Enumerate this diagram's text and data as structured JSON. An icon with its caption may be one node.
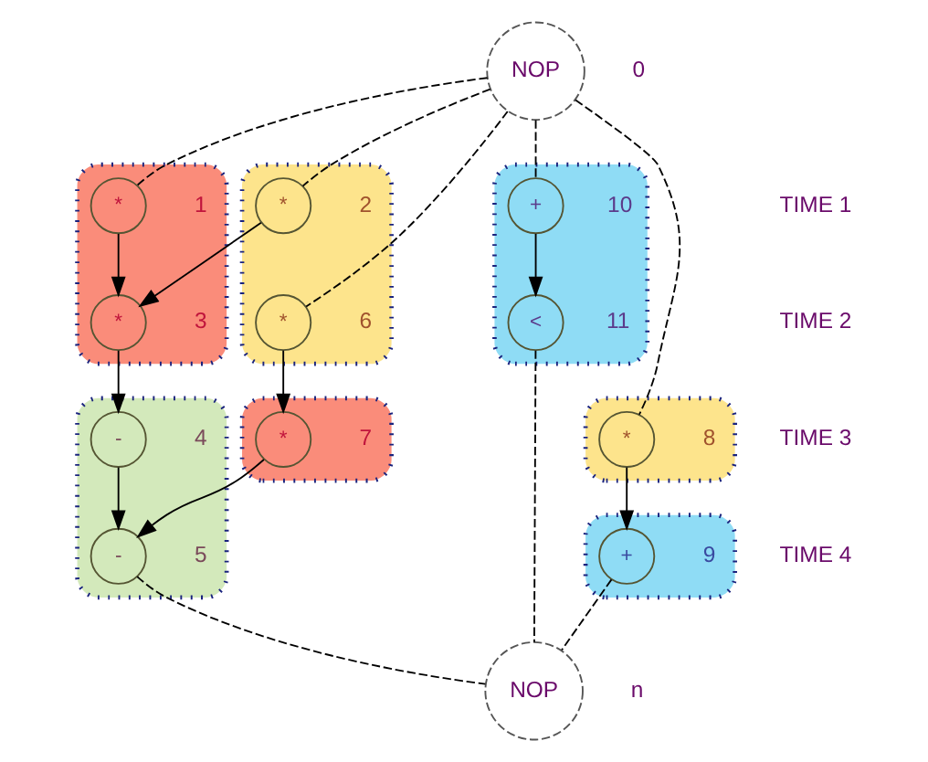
{
  "diagram": {
    "nodes": [
      {
        "text": [
          "NOP"
        ],
        "beside": [
          "0"
        ]
      },
      {
        "text": [],
        "shape": "ellipse"
      },
      {
        "text": [
          "*"
        ],
        "beside": [
          "1"
        ],
        "in": 1
      },
      {
        "text": [],
        "shape": "ellipse"
      },
      {
        "text": [
          "*"
        ],
        "beside": [
          "2"
        ],
        "in": 3
      },
      {
        "text": [],
        "shape": "ellipse"
      },
      {
        "text": [
          "+"
        ],
        "beside": [
          "10"
        ],
        "in": 5
      },
      {
        "text": [
          "*"
        ],
        "beside": [
          "3"
        ],
        "in": 1
      },
      {
        "text": [
          "*"
        ],
        "beside": [
          "6"
        ],
        "in": 3
      },
      {
        "text": [
          "<"
        ],
        "beside": [
          "11"
        ],
        "in": 5
      },
      {
        "text": [],
        "shape": "ellipse"
      },
      {
        "text": [
          "-"
        ],
        "beside": [
          "4"
        ],
        "in": 10
      },
      {
        "text": [],
        "shape": "ellipse"
      },
      {
        "text": [
          "*"
        ],
        "beside": [
          "7"
        ],
        "in": 12
      },
      {
        "text": [],
        "shape": "ellipse"
      },
      {
        "text": [
          "*"
        ],
        "beside": [
          "8"
        ],
        "in": 14
      },
      {
        "text": [
          "-"
        ],
        "beside": [
          "5"
        ],
        "in": 10
      },
      {
        "text": [],
        "shape": "ellipse"
      },
      {
        "text": [
          "+"
        ],
        "beside": [
          "9"
        ],
        "in": 17
      },
      {
        "text": [
          "NOP"
        ],
        "beside": [
          "n"
        ]
      }
    ],
    "edges": [
      {
        "from": 0,
        "to": 2,
        "arrow": "none",
        "style": "dashed"
      },
      {
        "from": 0,
        "to": 4,
        "arrow": "none",
        "style": "dashed"
      },
      {
        "from": 0,
        "to": 8,
        "arrow": "none",
        "style": "dashed"
      },
      {
        "from": 0,
        "to": 15,
        "arrow": "none",
        "style": "dashed"
      },
      {
        "from": 0,
        "to": 6,
        "arrow": "none",
        "style": "dashed"
      },
      {
        "from": 2,
        "to": 7,
        "arrow": "to"
      },
      {
        "from": 4,
        "to": 7,
        "arrow": "to"
      },
      {
        "from": 6,
        "to": 9,
        "arrow": "to"
      },
      {
        "from": 7,
        "to": 11,
        "arrow": "to"
      },
      {
        "from": 8,
        "to": 13,
        "arrow": "to"
      },
      {
        "from": 11,
        "to": 16,
        "arrow": "to"
      },
      {
        "from": 13,
        "to": 16,
        "arrow": "to"
      },
      {
        "from": 15,
        "to": 18,
        "arrow": "to"
      },
      {
        "from": 16,
        "to": 19,
        "arrow": "none",
        "style": "dashed"
      },
      {
        "from": 18,
        "to": 19,
        "arrow": "none",
        "style": "dashed"
      },
      {
        "from": 9,
        "to": 19,
        "arrow": "none",
        "style": "dashed"
      }
    ],
    "labels": [
      "TIME 1",
      "TIME 2",
      "TIME 3",
      "TIME 4"
    ]
  }
}
